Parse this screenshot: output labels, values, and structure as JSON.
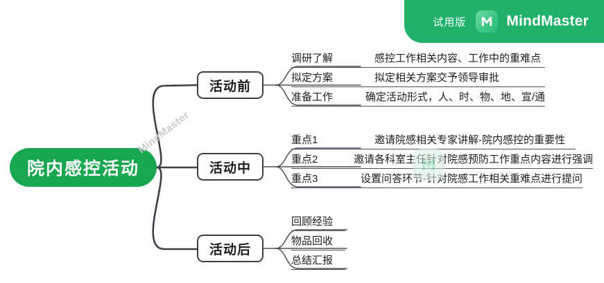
{
  "header": {
    "trial_label": "试用版",
    "brand_name": "MindMaster",
    "logo_icon": "mindmaster-logo-icon",
    "badge_color": "#20b26b"
  },
  "watermarks": {
    "text": "MindMaster",
    "logo_icon": "mindmaster-watermark-icon"
  },
  "mindmap": {
    "root": {
      "label": "院内感控活动",
      "color": "#16a74f",
      "text_color": "#ffffff"
    },
    "branches": [
      {
        "label": "活动前",
        "leaves": [
          {
            "title": "调研了解",
            "desc": "感控工作相关内容、工作中的重难点"
          },
          {
            "title": "拟定方案",
            "desc": "拟定相关方案交予领导审批"
          },
          {
            "title": "准备工作",
            "desc": "确定活动形式，人、时、物、地、宣/通"
          }
        ]
      },
      {
        "label": "活动中",
        "leaves": [
          {
            "title": "重点1",
            "desc": "邀请院感相关专家讲解-院内感控的重要性"
          },
          {
            "title": "重点2",
            "desc": "邀请各科室主任针对院感预防工作重点内容进行强调"
          },
          {
            "title": "重点3",
            "desc": "设置问答环节-针对院感工作相关重难点进行提问"
          }
        ]
      },
      {
        "label": "活动后",
        "leaves": [
          {
            "title": "回顾经验",
            "desc": ""
          },
          {
            "title": "物品回收",
            "desc": ""
          },
          {
            "title": "总结汇报",
            "desc": ""
          }
        ]
      }
    ]
  }
}
